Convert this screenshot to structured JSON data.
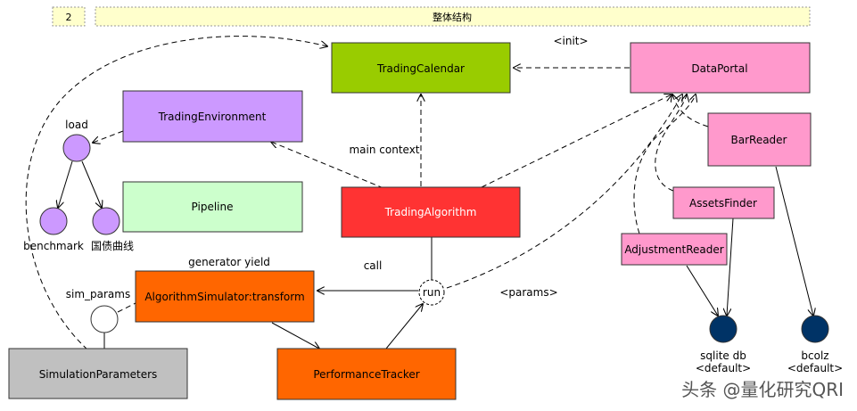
{
  "header": {
    "number": "2",
    "title": "整体结构"
  },
  "nodes": {
    "trading_calendar": {
      "label": "TradingCalendar",
      "color": "#99cc00"
    },
    "data_portal": {
      "label": "DataPortal",
      "color": "#ff99cc"
    },
    "trading_environment": {
      "label": "TradingEnvironment",
      "color": "#cc99ff"
    },
    "bar_reader": {
      "label": "BarReader",
      "color": "#ff99cc"
    },
    "pipeline": {
      "label": "Pipeline",
      "color": "#ccffcc"
    },
    "trading_algorithm": {
      "label": "TradingAlgorithm",
      "color": "#ff3333"
    },
    "assets_finder": {
      "label": "AssetsFinder",
      "color": "#ff99cc"
    },
    "adjustment_reader": {
      "label": "AdjustmentReader",
      "color": "#ff99cc"
    },
    "algorithm_simulator": {
      "label": "AlgorithmSimulator:transform",
      "color": "#ff6600"
    },
    "performance_tracker": {
      "label": "PerformanceTracker",
      "color": "#ff6600"
    },
    "simulation_parameters": {
      "label": "SimulationParameters",
      "color": "#c0c0c0"
    },
    "run": {
      "label": "run"
    }
  },
  "circles": {
    "load": "load",
    "benchmark": "benchmark",
    "treasury": "国债曲线",
    "sim_params": "sim_params",
    "sqlite": [
      "sqlite db",
      "<default>"
    ],
    "bcolz": [
      "bcolz",
      "<default>"
    ],
    "purple": "#cc99ff",
    "navy": "#003366"
  },
  "edges": {
    "init": "<init>",
    "main_context": "main context",
    "generator_yield": "generator yield",
    "call": "call",
    "params": "<params>"
  },
  "watermark": "头条 @量化研究QRI"
}
